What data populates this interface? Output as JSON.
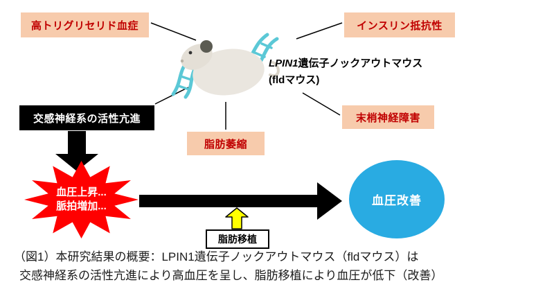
{
  "colors": {
    "node_box_fill": "#F7CBAC",
    "node_box_text": "#C00000",
    "black_box_fill": "#000000",
    "starburst_fill": "#FF0000",
    "improvement_circle_fill": "#29ABE2",
    "dna_strand": "#5BC8D6",
    "fat_arrow_fill": "#FFFF00"
  },
  "nodes": {
    "hypertriglyceridemia": {
      "label": "高トリグリセリド血症"
    },
    "insulin_resistance": {
      "label": "インスリン抵抗性"
    },
    "sympathetic_activation": {
      "label": "交感神経系の活性亢進"
    },
    "peripheral_neuropathy": {
      "label": "末梢神経障害"
    },
    "lipoatrophy": {
      "label": "脂肪萎縮"
    }
  },
  "mouse": {
    "gene": "LPIN1",
    "label_rest": "遺伝子ノックアウトマウス",
    "label_line2": "(fldマウス)"
  },
  "effects": {
    "burst_line1": "血圧上昇...",
    "burst_line2": "脈拍増加...",
    "improvement": "血圧改善",
    "fat_transplant": "脂肪移植"
  },
  "caption": {
    "line1": "（図1）本研究結果の概要：LPIN1遺伝子ノックアウトマウス（fldマウス）は",
    "line2": "交感神経系の活性亢進により高血圧を呈し、脂肪移植により血圧が低下（改善）"
  }
}
